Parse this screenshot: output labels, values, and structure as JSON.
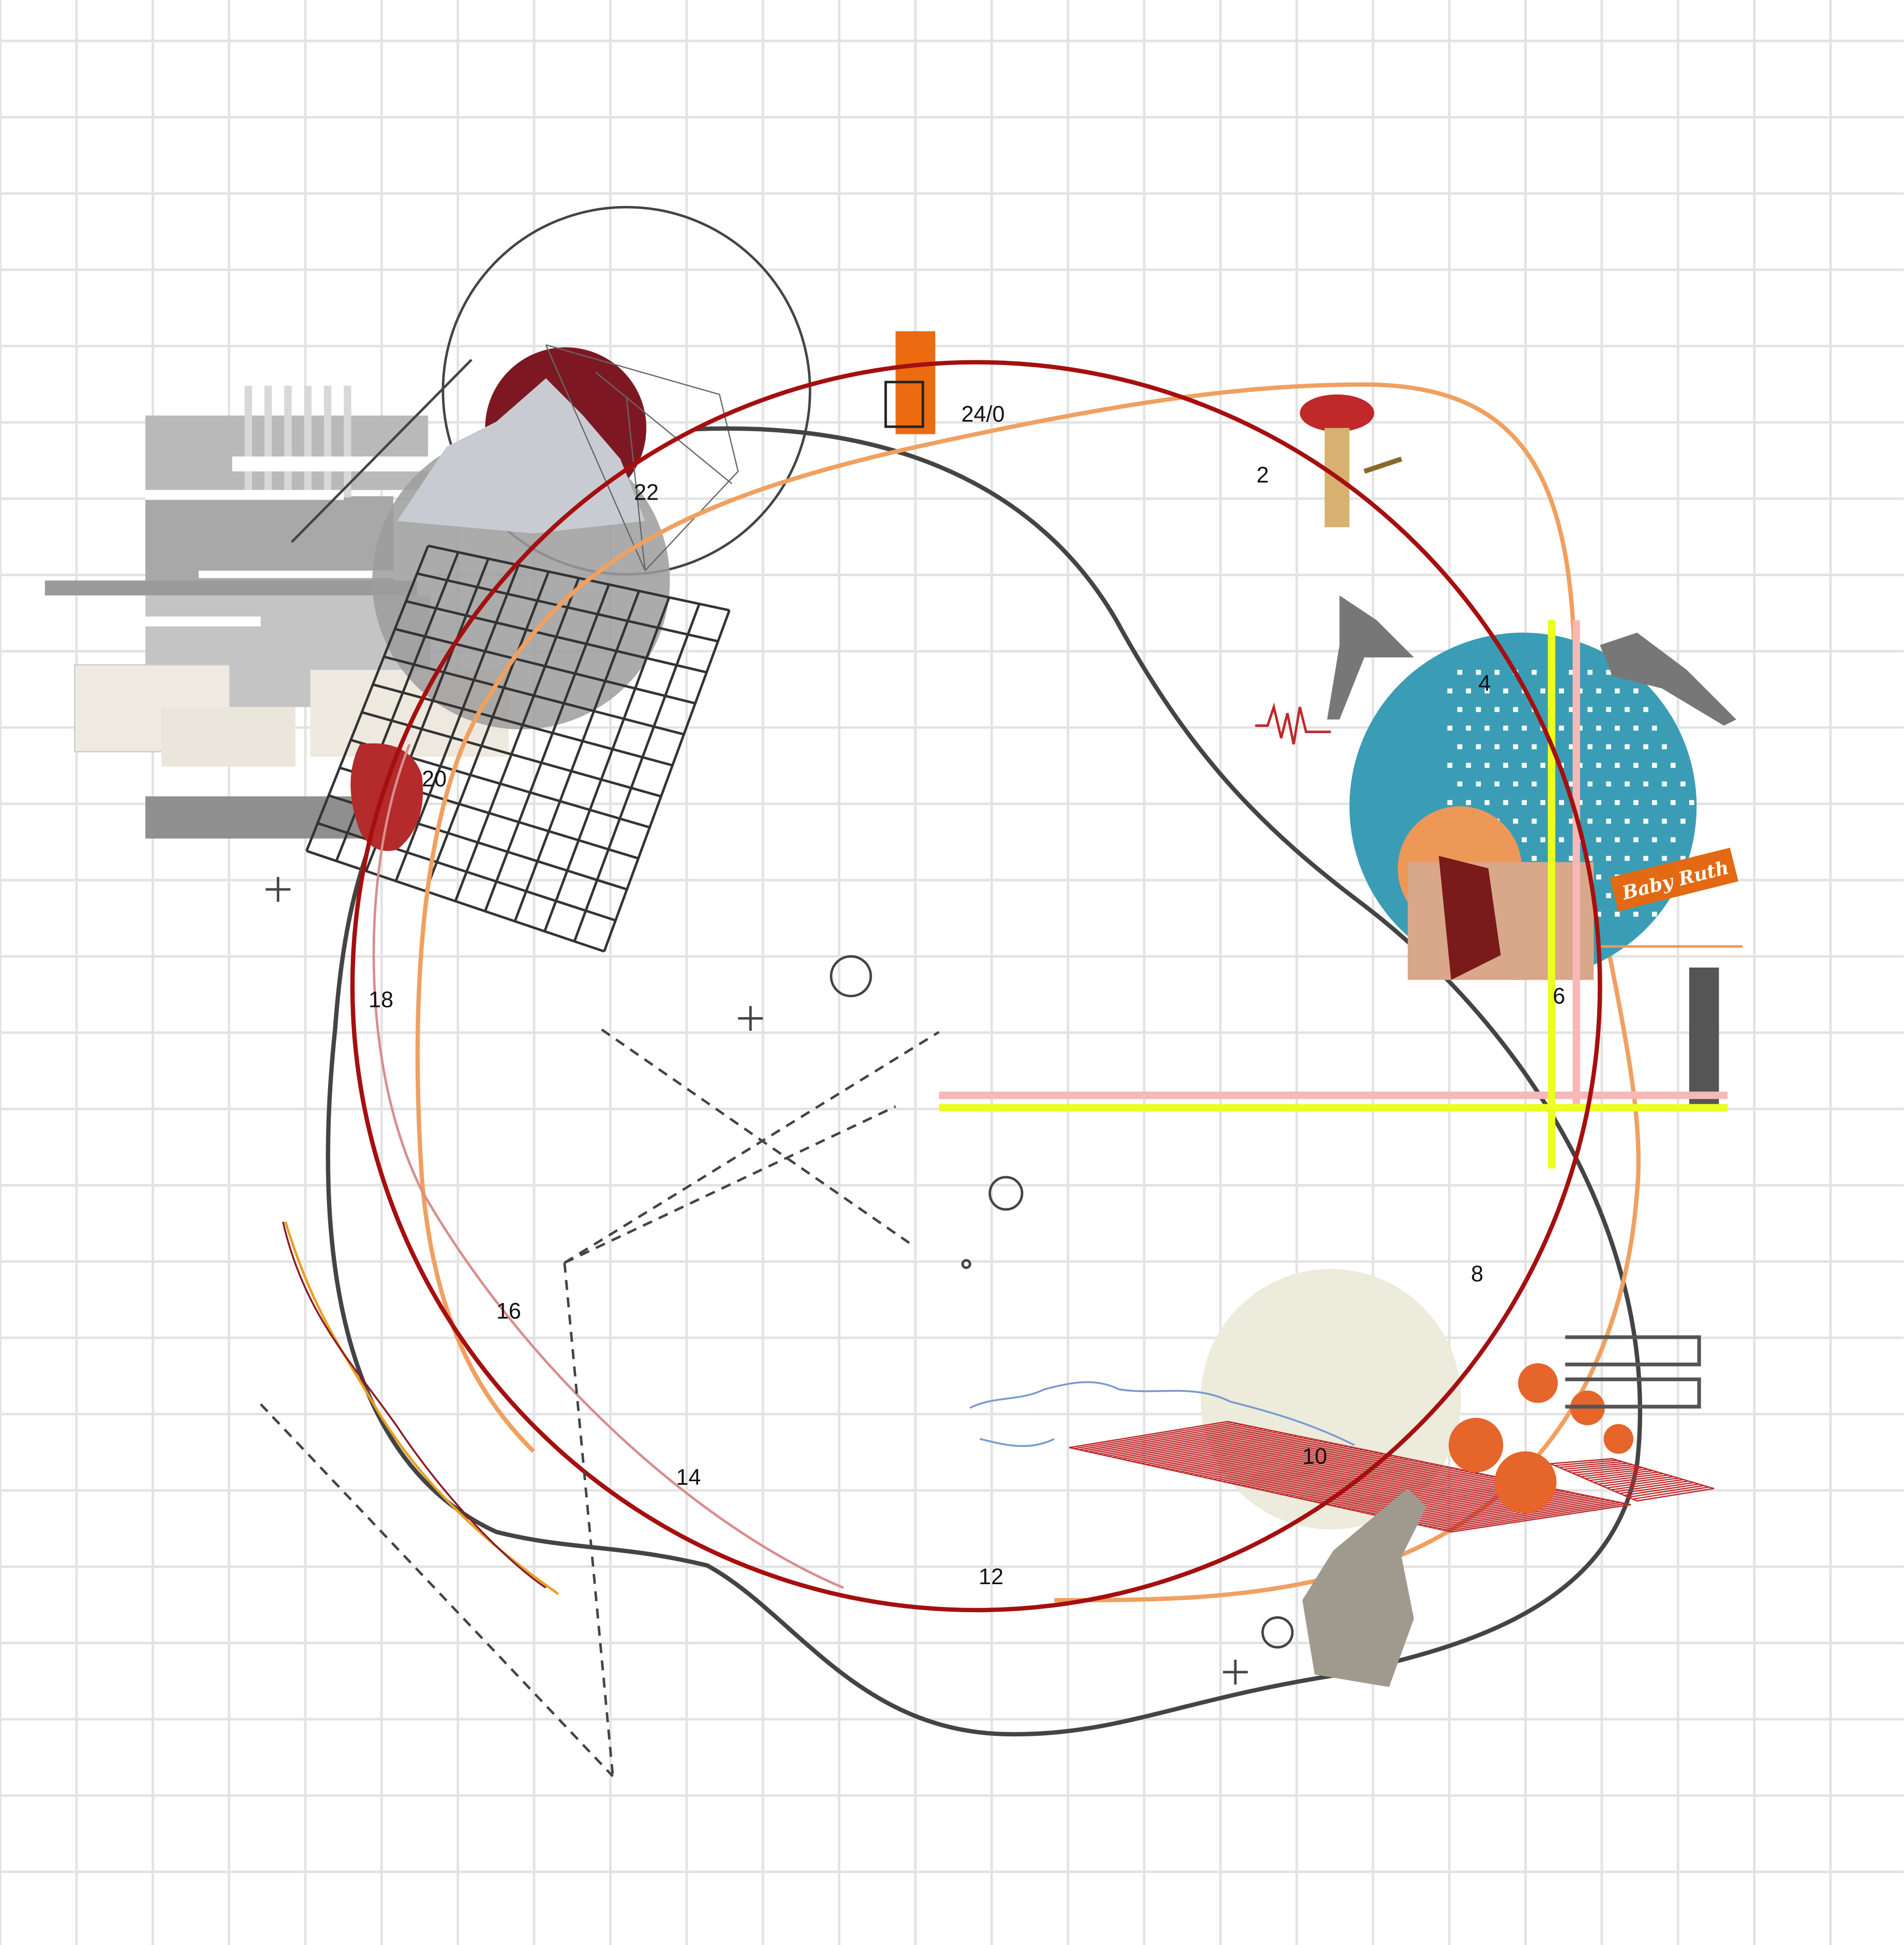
{
  "diagram": {
    "hour_labels": [
      "24/0",
      "2",
      "4",
      "6",
      "8",
      "10",
      "12",
      "14",
      "16",
      "18",
      "20",
      "22"
    ],
    "candy_label": "Baby Ruth",
    "colors": {
      "grid": "#e3e3e3",
      "clock_ring": "#a50f0f",
      "orange_curve": "#f0a060",
      "dark_curve": "#444444",
      "teal_disc": "#3a9db5",
      "dark_red_disc": "#7d1823",
      "beige_disc": "#ecebdc",
      "yellow_line": "#ecff1e",
      "pink_line": "#f7b8b8",
      "orange_block": "#ec6a10"
    }
  }
}
